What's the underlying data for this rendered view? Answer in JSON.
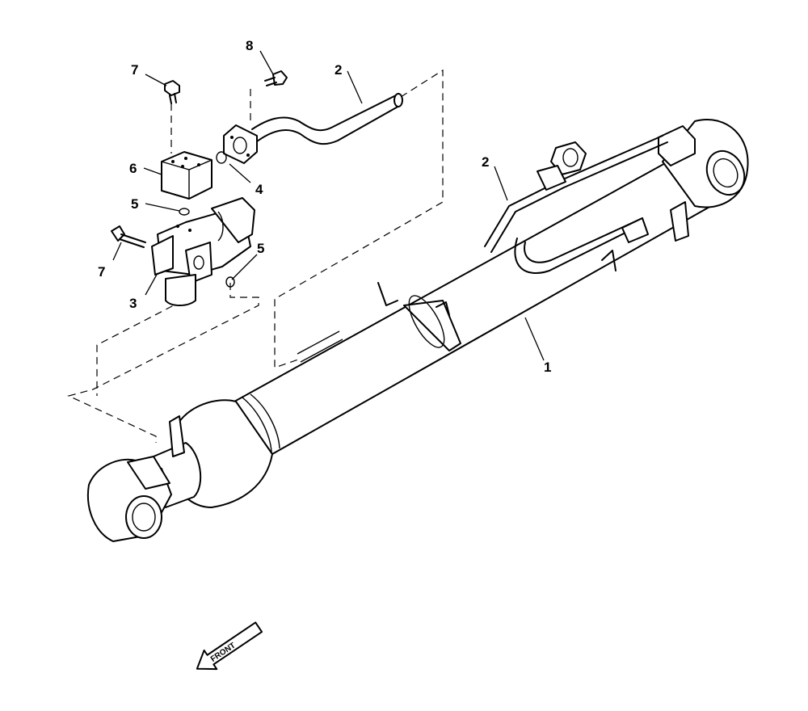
{
  "callouts": {
    "c1": "1",
    "c2a": "2",
    "c2b": "2",
    "c3": "3",
    "c4": "4",
    "c5a": "5",
    "c5b": "5",
    "c6": "6",
    "c7a": "7",
    "c7b": "7",
    "c8": "8"
  },
  "front_arrow": {
    "label": "FRONT"
  },
  "icons": {
    "front_arrow": "direction-arrow-icon"
  }
}
